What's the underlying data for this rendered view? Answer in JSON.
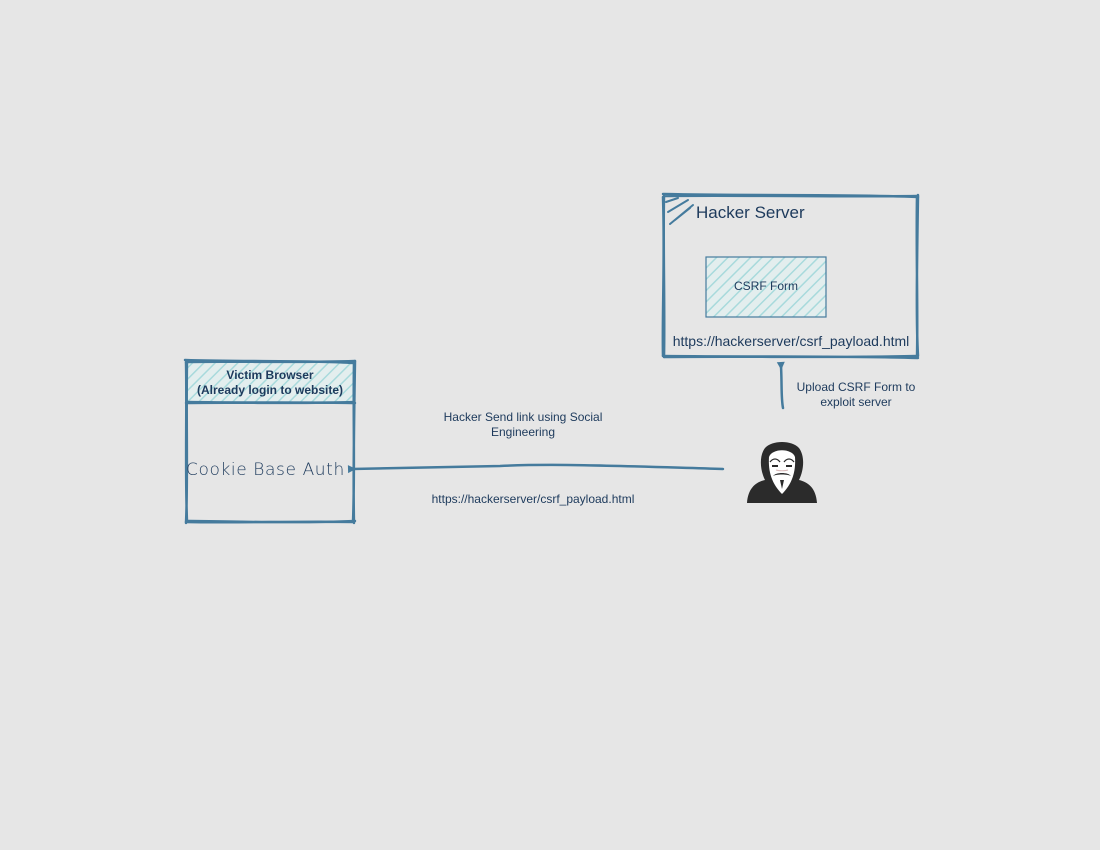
{
  "victim_browser": {
    "line1": "Victim Browser",
    "line2": "(Already login to website)",
    "body": "Cookie Base Auth"
  },
  "hacker_server": {
    "title": "Hacker Server",
    "form_label": "CSRF Form",
    "url": "https://hackerserver/csrf_payload.html"
  },
  "upload_edge": {
    "label": "Upload CSRF Form to exploit server"
  },
  "send_edge": {
    "label": "Hacker Send link using Social Engineering",
    "url": "https://hackerserver/csrf_payload.html"
  },
  "colors": {
    "background": "#e6e6e6",
    "stroke": "#457b9d",
    "hatch": "#a8dadc",
    "text": "#1d3a5c",
    "hacker_icon": "#2b2b2b",
    "mask": "#ffffff"
  },
  "icons": {
    "hacker": "anonymous-hacker-icon"
  }
}
